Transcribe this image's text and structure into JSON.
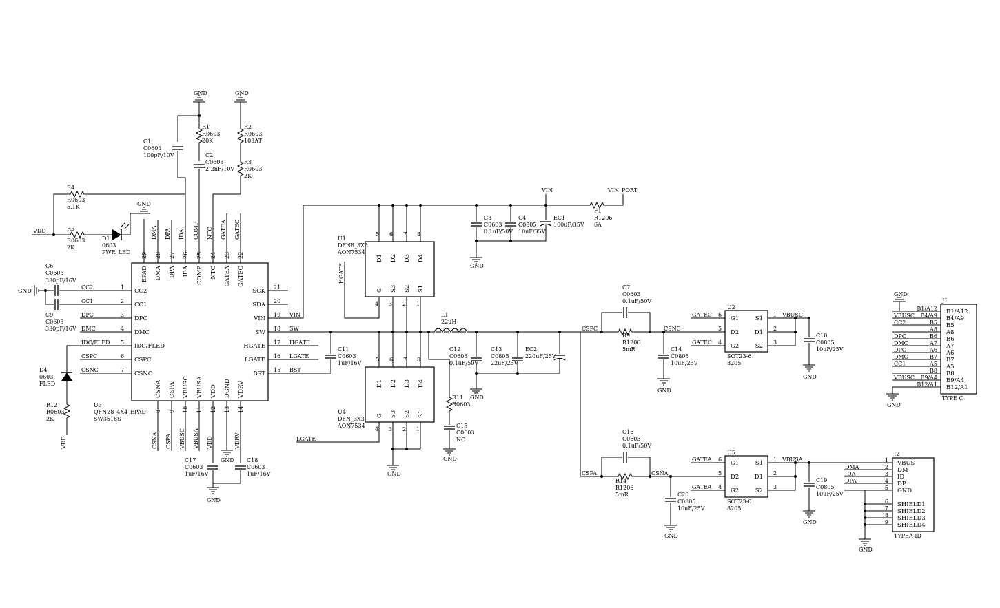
{
  "nets": {
    "vdd": "VDD",
    "gnd": "GND",
    "vin": "VIN",
    "vin_port": "VIN_PORT",
    "vbusc": "VBUSC",
    "vbusa": "VBUSA",
    "cspc": "CSPC",
    "csnc": "CSNC",
    "cspa": "CSPA",
    "csna": "CSNA",
    "gatec": "GATEC",
    "gatea": "GATEA",
    "hgate": "HGATE",
    "lgate": "LGATE",
    "bst": "BST",
    "sw": "SW",
    "cc1": "CC1",
    "cc2": "CC2",
    "dpc": "DPC",
    "dmc": "DMC",
    "dpa": "DPA",
    "dma": "DMA",
    "ida": "IDA",
    "idc_fled": "IDC/FLED",
    "comp": "COMP",
    "ntc": "NTC",
    "vdrv": "VDRV",
    "vbusc_pin": "VBUSC",
    "vbusa_pin": "VBUSA"
  },
  "u3": {
    "ref": "U3",
    "package": "QFN28_4X4_EPAD",
    "part": "SW3518S",
    "pins_left": [
      {
        "num": "1",
        "name": "CC2"
      },
      {
        "num": "2",
        "name": "CC1"
      },
      {
        "num": "3",
        "name": "DPC"
      },
      {
        "num": "4",
        "name": "DMC"
      },
      {
        "num": "5",
        "name": "IDC/FLED"
      },
      {
        "num": "6",
        "name": "CSPC"
      },
      {
        "num": "7",
        "name": "CSNC"
      }
    ],
    "pins_right": [
      {
        "num": "21",
        "name": "SCK"
      },
      {
        "num": "20",
        "name": "SDA"
      },
      {
        "num": "19",
        "name": "VIN"
      },
      {
        "num": "18",
        "name": "SW"
      },
      {
        "num": "17",
        "name": "HGATE"
      },
      {
        "num": "16",
        "name": "LGATE"
      },
      {
        "num": "15",
        "name": "BST"
      }
    ],
    "pins_top": [
      {
        "num": "29",
        "name": "EPAD"
      },
      {
        "num": "28",
        "name": "DMA"
      },
      {
        "num": "27",
        "name": "DPA"
      },
      {
        "num": "26",
        "name": "IDA"
      },
      {
        "num": "25",
        "name": "COMP"
      },
      {
        "num": "24",
        "name": "NTC"
      },
      {
        "num": "23",
        "name": "GATEA"
      },
      {
        "num": "22",
        "name": "GATEC"
      }
    ],
    "pins_bottom": [
      {
        "num": "8",
        "name": "CSNA"
      },
      {
        "num": "9",
        "name": "CSPA"
      },
      {
        "num": "10",
        "name": "VBUSC"
      },
      {
        "num": "11",
        "name": "VBUSA"
      },
      {
        "num": "12",
        "name": "VDD"
      },
      {
        "num": "13",
        "name": "DGND"
      },
      {
        "num": "14",
        "name": "VDRV"
      }
    ]
  },
  "u1": {
    "ref": "U1",
    "package": "DFN8_3X3",
    "part": "AON7534"
  },
  "u4": {
    "ref": "U4",
    "package": "DFN_3X3",
    "part": "AON7534"
  },
  "mos_pins": {
    "top": [
      "D1",
      "D2",
      "D3",
      "D4"
    ],
    "bottom": [
      "G",
      "S3",
      "S2",
      "S1"
    ],
    "top_nums": [
      "5",
      "6",
      "7",
      "8"
    ],
    "bottom_nums": [
      "4",
      "3",
      "2",
      "1"
    ]
  },
  "u2": {
    "ref": "U2",
    "package": "SOT23-6",
    "part": "8205"
  },
  "u5": {
    "ref": "U5",
    "package": "SOT23-6",
    "part": "8205"
  },
  "sot_pins": {
    "left": [
      "G1",
      "D2",
      "G2"
    ],
    "right": [
      "S1",
      "D1",
      "S2"
    ],
    "left_nums": [
      "6",
      "5",
      "4"
    ],
    "right_nums": [
      "1",
      "2",
      "3"
    ]
  },
  "components": {
    "c1": {
      "ref": "C1",
      "pkg": "C0603",
      "val": "100pF/10V"
    },
    "r1": {
      "ref": "R1",
      "pkg": "R0603",
      "val": "20K"
    },
    "c2": {
      "ref": "C2",
      "pkg": "C0603",
      "val": "2.2nF/10V"
    },
    "r2": {
      "ref": "R2",
      "pkg": "R0603",
      "val": "103AT"
    },
    "r3": {
      "ref": "R3",
      "pkg": "R0603",
      "val": "2K"
    },
    "r4": {
      "ref": "R4",
      "pkg": "R0603",
      "val": "5.1K"
    },
    "r5": {
      "ref": "R5",
      "pkg": "R0603",
      "val": "2K"
    },
    "d1": {
      "ref": "D1",
      "pkg": "0603",
      "val": "PWR_LED"
    },
    "c6": {
      "ref": "C6",
      "pkg": "C0603",
      "val": "330pF/16V"
    },
    "c9": {
      "ref": "C9",
      "pkg": "C0603",
      "val": "330pF/16V"
    },
    "d4": {
      "ref": "D4",
      "pkg": "0603",
      "val": "FLED"
    },
    "r12": {
      "ref": "R12",
      "pkg": "R0603",
      "val": "2K"
    },
    "c17": {
      "ref": "C17",
      "pkg": "C0603",
      "val": "1uF/16V"
    },
    "c18": {
      "ref": "C18",
      "pkg": "C0603",
      "val": "1uF/16V"
    },
    "c11": {
      "ref": "C11",
      "pkg": "C0603",
      "val": "1uF/16V"
    },
    "c3": {
      "ref": "C3",
      "pkg": "C0603",
      "val": "0.1uF/50V"
    },
    "c4": {
      "ref": "C4",
      "pkg": "C0805",
      "val": "10uF/35V"
    },
    "ec1": {
      "ref": "EC1",
      "pkg": "",
      "val": "100uF/35V"
    },
    "f1": {
      "ref": "F1",
      "pkg": "R1206",
      "val": "6A"
    },
    "l1": {
      "ref": "L1",
      "pkg": "",
      "val": "22uH"
    },
    "c12": {
      "ref": "C12",
      "pkg": "C0603",
      "val": "0.1uF/50V"
    },
    "c13": {
      "ref": "C13",
      "pkg": "C0805",
      "val": "22uF/25V"
    },
    "ec2": {
      "ref": "EC2",
      "pkg": "",
      "val": "220uF/25V"
    },
    "r11": {
      "ref": "R11",
      "pkg": "R0603",
      "val": ""
    },
    "c15": {
      "ref": "C15",
      "pkg": "C0603",
      "val": "NC"
    },
    "c7": {
      "ref": "C7",
      "pkg": "C0603",
      "val": "0.1uF/50V"
    },
    "r9": {
      "ref": "R9",
      "pkg": "R1206",
      "val": "5mR"
    },
    "c14": {
      "ref": "C14",
      "pkg": "C0805",
      "val": "10uF/25V"
    },
    "c10": {
      "ref": "C10",
      "pkg": "C0805",
      "val": "10uF/25V"
    },
    "c16": {
      "ref": "C16",
      "pkg": "C0603",
      "val": "0.1uF/50V"
    },
    "r14": {
      "ref": "R14",
      "pkg": "R1206",
      "val": "5mR"
    },
    "c20": {
      "ref": "C20",
      "pkg": "C0805",
      "val": "10uF/25V"
    },
    "c19": {
      "ref": "C19",
      "pkg": "C0805",
      "val": "10uF/25V"
    }
  },
  "j1": {
    "ref": "J1",
    "name": "TYPE C",
    "pins": [
      {
        "num": "B1/A12",
        "name": "B1/A12"
      },
      {
        "num": "B4/A9",
        "name": "B4/A9"
      },
      {
        "num": "B5",
        "name": "B5"
      },
      {
        "num": "A8",
        "name": "A8"
      },
      {
        "num": "B6",
        "name": "B6"
      },
      {
        "num": "A7",
        "name": "A7"
      },
      {
        "num": "A6",
        "name": "A6"
      },
      {
        "num": "B7",
        "name": "B7"
      },
      {
        "num": "A5",
        "name": "A5"
      },
      {
        "num": "B8",
        "name": "B8"
      },
      {
        "num": "B9/A4",
        "name": "B9/A4"
      },
      {
        "num": "B12/A1",
        "name": "B12/A1"
      }
    ],
    "nets": [
      "",
      "VBUSC",
      "CC2",
      "",
      "DPC",
      "DMC",
      "DPC",
      "DMC",
      "CC1",
      "",
      "VBUSC",
      ""
    ]
  },
  "j2": {
    "ref": "J2",
    "name": "TYPEA-ID",
    "pins": [
      {
        "num": "1",
        "name": "VBUS"
      },
      {
        "num": "2",
        "name": "DM"
      },
      {
        "num": "3",
        "name": "ID"
      },
      {
        "num": "4",
        "name": "DP"
      },
      {
        "num": "5",
        "name": "GND"
      },
      {
        "num": "6",
        "name": "SHIELD1"
      },
      {
        "num": "7",
        "name": "SHIELD2"
      },
      {
        "num": "8",
        "name": "SHIELD3"
      },
      {
        "num": "9",
        "name": "SHIELD4"
      }
    ],
    "nets": [
      "",
      "DMA",
      "IDA",
      "DPA",
      "",
      "",
      "",
      "",
      ""
    ]
  }
}
